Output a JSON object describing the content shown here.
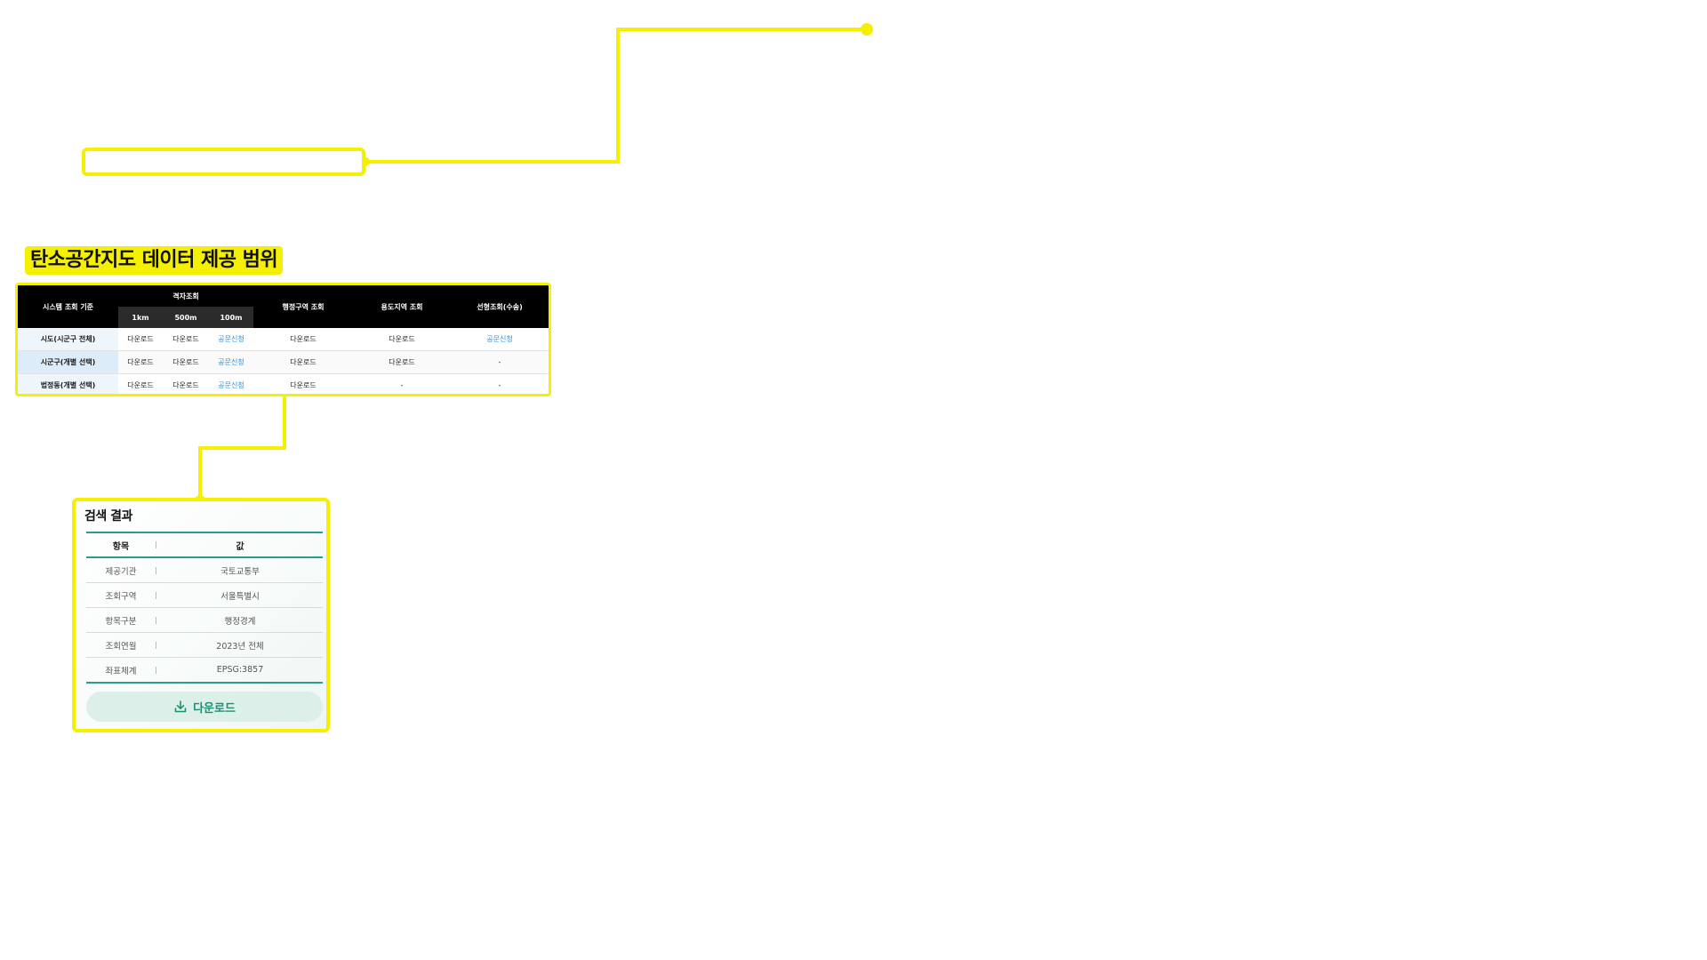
{
  "section": {
    "title": "탄소공간지도 데이터 제공 범위"
  },
  "scope_table": {
    "col_criteria": "시스템 조회 기준",
    "col_grid": "격자조회",
    "sub_cols": [
      "1km",
      "500m",
      "100m"
    ],
    "col_admin": "행정구역 조회",
    "col_zoning": "용도지역 조회",
    "col_selection": "선형조회(수송)",
    "rows": [
      {
        "label": "시도(시군구 전체)",
        "km1": "다운로드",
        "m500": "다운로드",
        "m100": "공문신청",
        "admin": "다운로드",
        "zoning": "다운로드",
        "selection": "공문신청"
      },
      {
        "label": "시군구(개별 선택)",
        "km1": "다운로드",
        "m500": "다운로드",
        "m100": "공문신청",
        "admin": "다운로드",
        "zoning": "다운로드",
        "selection": "-"
      },
      {
        "label": "법정동(개별 선택)",
        "km1": "다운로드",
        "m500": "다운로드",
        "m100": "공문신청",
        "admin": "다운로드",
        "zoning": "-",
        "selection": "-"
      }
    ]
  },
  "result": {
    "title": "검색 결과",
    "col_item": "항목",
    "col_value": "값",
    "rows": [
      {
        "key": "제공기관",
        "value": "국토교통부"
      },
      {
        "key": "조회구역",
        "value": "서울특별시"
      },
      {
        "key": "항목구분",
        "value": "행정경계"
      },
      {
        "key": "조회연월",
        "value": "2023년 전체"
      },
      {
        "key": "좌표체계",
        "value": "EPSG:3857"
      }
    ],
    "download_label": "다운로드",
    "download_icon": "download-icon"
  },
  "colors": {
    "highlight": "#f5f000",
    "accent_green": "#2a9d8f",
    "link_blue": "#2d8fd8",
    "row_head_blue": "#dcecf8"
  }
}
